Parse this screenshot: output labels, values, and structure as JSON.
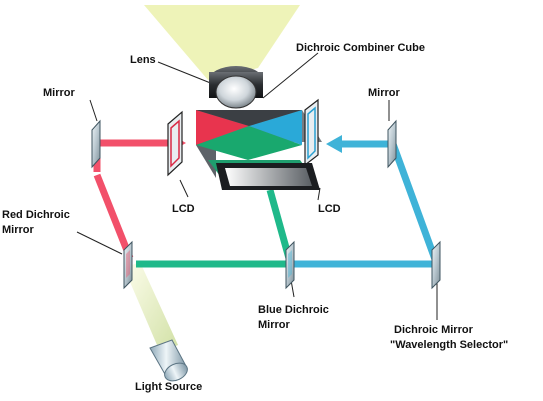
{
  "labels": {
    "lens": "Lens",
    "combiner": "Dichroic Combiner Cube",
    "mirror_left": "Mirror",
    "mirror_right": "Mirror",
    "lcd_left": "LCD",
    "lcd_right": "LCD",
    "red_dichroic_1": "Red Dichroic",
    "red_dichroic_2": "Mirror",
    "blue_dichroic_1": "Blue Dichroic",
    "blue_dichroic_2": "Mirror",
    "dichroic_mirror_1": "Dichroic Mirror",
    "dichroic_mirror_2": "\"Wavelength Selector\"",
    "light_source": "Light Source"
  },
  "colors": {
    "red_beam": "#f2506a",
    "green_beam": "#1fb98a",
    "blue_beam": "#3fb3d8",
    "projection": "#eef3b8",
    "mirror": "#c8d4dc",
    "mirror_edge": "#3f5560",
    "cube_red": "#e8344e",
    "cube_green": "#19a86e",
    "cube_blue": "#2aa9d8",
    "cube_side": "#8a8f96"
  }
}
